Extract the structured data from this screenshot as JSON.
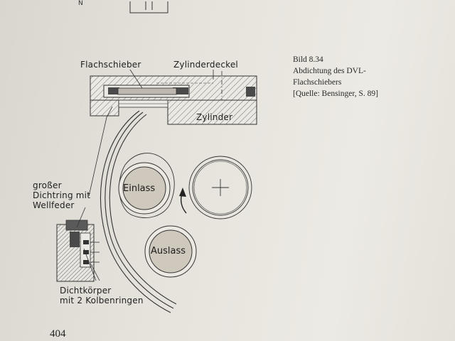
{
  "labels": {
    "flachschieber": "Flachschieber",
    "zylinderdeckel": "Zylinderdeckel",
    "zylinder": "Zylinder",
    "dichtring_1": "großer",
    "dichtring_2": "Dichtring mit",
    "dichtring_3": "Wellfeder",
    "dichtkoerper_1": "Dichtkörper",
    "dichtkoerper_2": "mit 2 Kolbenringen",
    "einlass": "Einlass",
    "auslass": "Auslass"
  },
  "caption": {
    "line1": "Bild 8.34",
    "line2": "Abdichtung des DVL-",
    "line3": "Flachschiebers",
    "line4": "[Quelle: Bensinger, S. 89]"
  },
  "page_number": "404",
  "top_fragment": "N"
}
